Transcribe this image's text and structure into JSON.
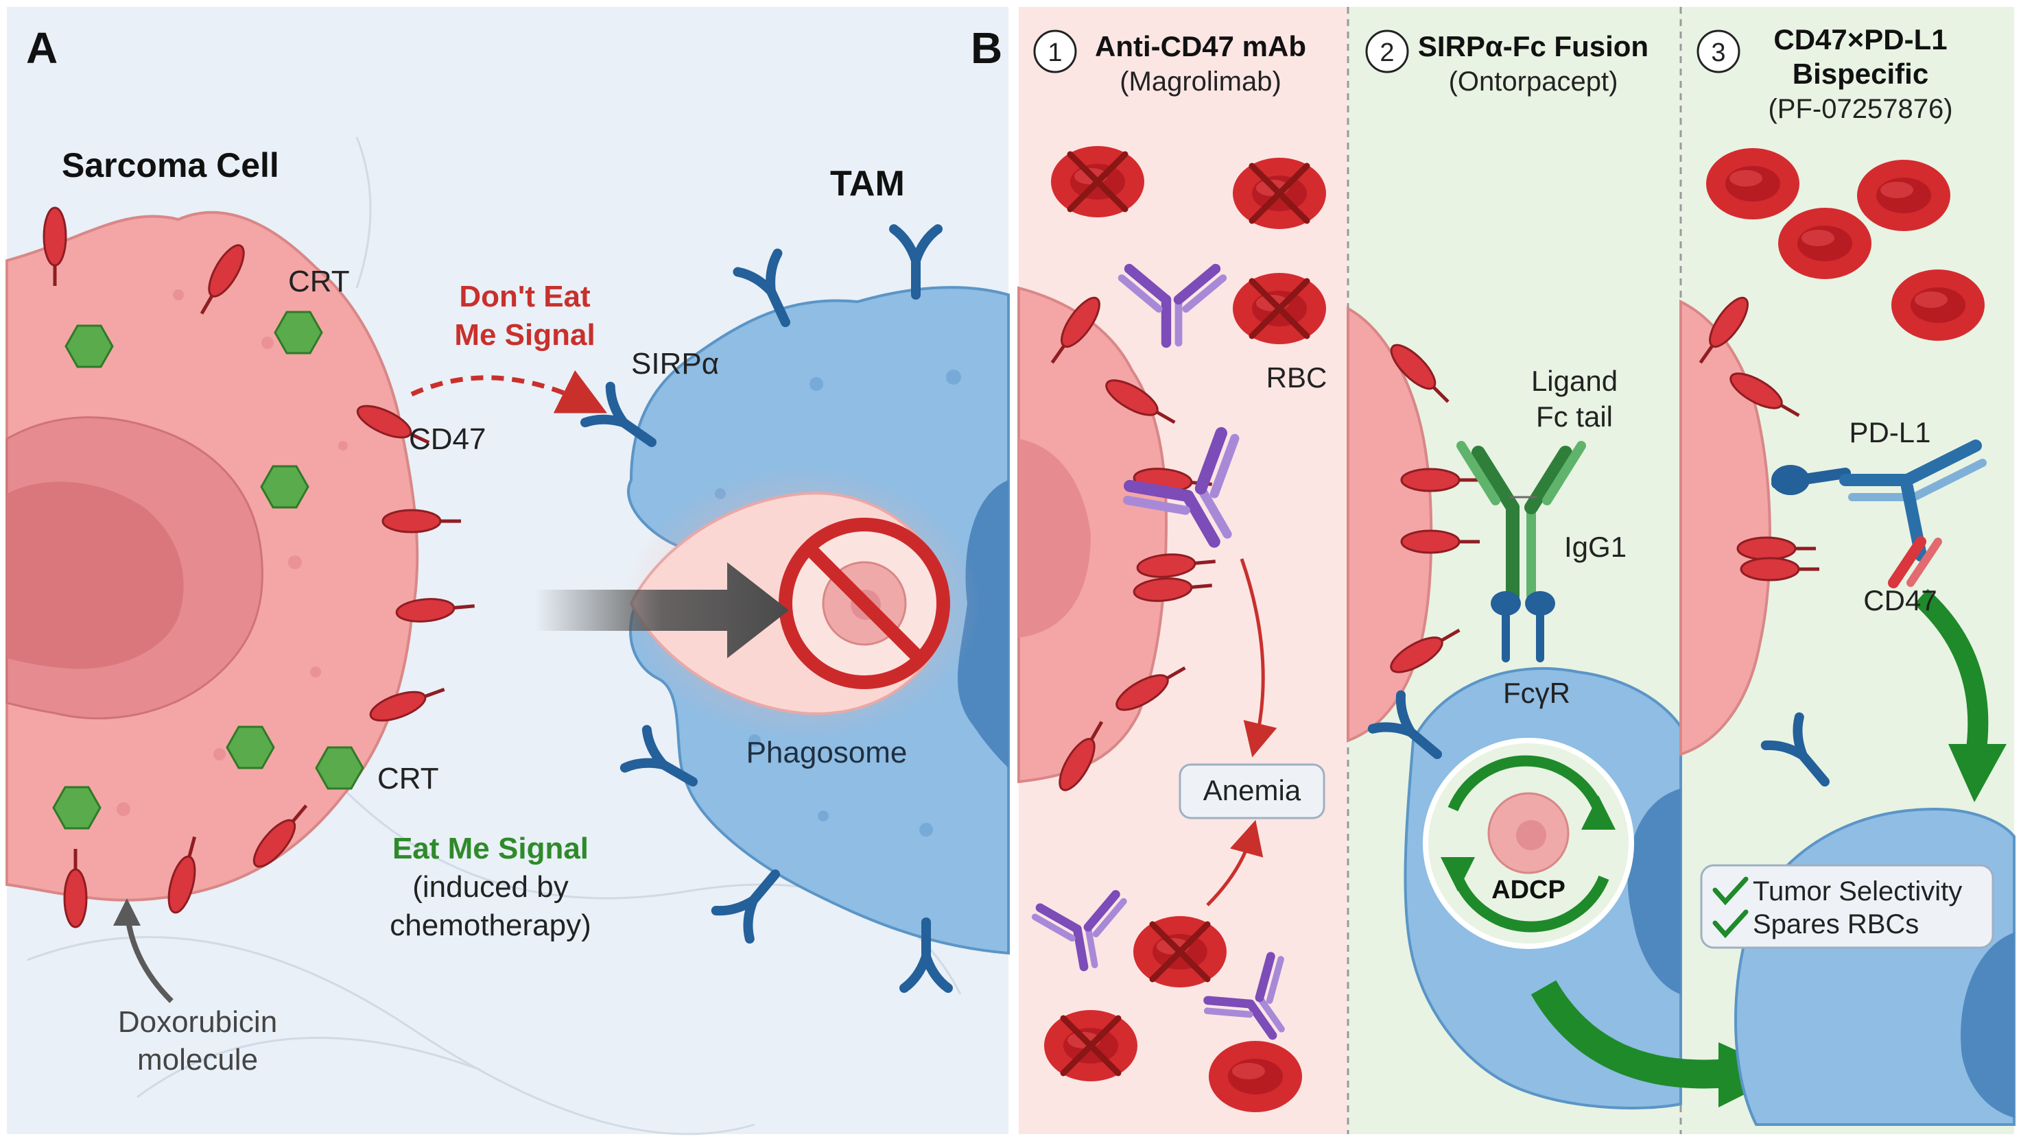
{
  "panel_a": {
    "letter": "A",
    "sarcoma_cell_label": "Sarcoma Cell",
    "tam_label": "TAM",
    "crt_label_top": "CRT",
    "crt_label_bottom": "CRT",
    "cd47_label": "CD47",
    "sirpa_label": "SIRPα",
    "dont_eat_line1": "Don't Eat",
    "dont_eat_line2": "Me Signal",
    "phagosome_label": "Phagosome",
    "eat_me_line1": "Eat Me Signal",
    "eat_me_line2": "(induced by",
    "eat_me_line3": "chemotherapy)",
    "doxorubicin_line1": "Doxorubicin",
    "doxorubicin_line2": "molecule"
  },
  "panel_b": {
    "letter": "B",
    "col1": {
      "number": "1",
      "title": "Anti-CD47 mAb",
      "subtitle": "(Magrolimab)",
      "rbc_label": "RBC",
      "anemia_label": "Anemia"
    },
    "col2": {
      "number": "2",
      "title": "SIRPα-Fc Fusion",
      "subtitle": "(Ontorpacept)",
      "ligand_line1": "Ligand",
      "ligand_line2": "Fc tail",
      "igg1_label": "IgG1",
      "fcyr_label": "FcγR",
      "adcp_label": "ADCP"
    },
    "col3": {
      "number": "3",
      "title_line1": "CD47×PD-L1",
      "title_line2": "Bispecific",
      "subtitle": "(PF-07257876)",
      "pdl1_label": "PD-L1",
      "cd47_label": "CD47",
      "benefit1": "Tumor Selectivity",
      "benefit2": "Spares RBCs"
    }
  },
  "colors": {
    "panel_a_bg": "#e9f0f7",
    "col1_bg": "#fbe6e4",
    "col2_bg": "#e8f3e3",
    "col3_bg": "#e8f3e3",
    "tumor_pink": "#f4a6a6",
    "macrophage_blue": "#8fbde3",
    "receptor_blue": "#2a6fa8",
    "cd47_red": "#d9363e",
    "crt_green": "#5aab4c",
    "antibody_purple": "#8a5bc4",
    "fusion_green": "#3f9b4a",
    "arrow_red": "#c9302c",
    "arrow_green": "#1e8a2a",
    "eat_me_green": "#2f8a2a"
  }
}
